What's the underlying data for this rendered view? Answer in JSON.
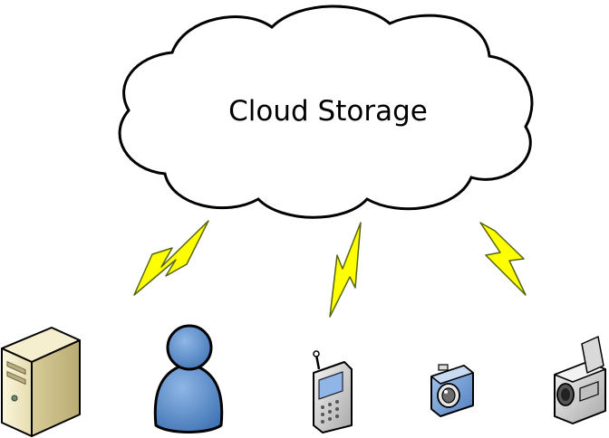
{
  "cloud": {
    "label": "Cloud Storage",
    "fill": "#ffffff",
    "stroke": "#000000"
  },
  "connections": [
    {
      "name": "lightning-bolt-left",
      "color": "#ffff00"
    },
    {
      "name": "lightning-bolt-center",
      "color": "#ffff00"
    },
    {
      "name": "lightning-bolt-right",
      "color": "#ffff00"
    }
  ],
  "devices": [
    {
      "name": "server-icon",
      "icon": "server"
    },
    {
      "name": "user-icon",
      "icon": "user"
    },
    {
      "name": "mobile-phone-icon",
      "icon": "mobile-phone"
    },
    {
      "name": "camera-icon",
      "icon": "camera"
    },
    {
      "name": "video-camera-icon",
      "icon": "video-camera"
    }
  ],
  "colors": {
    "lightning": "#ffff00",
    "user": "#5b8ec9",
    "server": "#efe6c4",
    "device_blue": "#6e9bd1"
  }
}
